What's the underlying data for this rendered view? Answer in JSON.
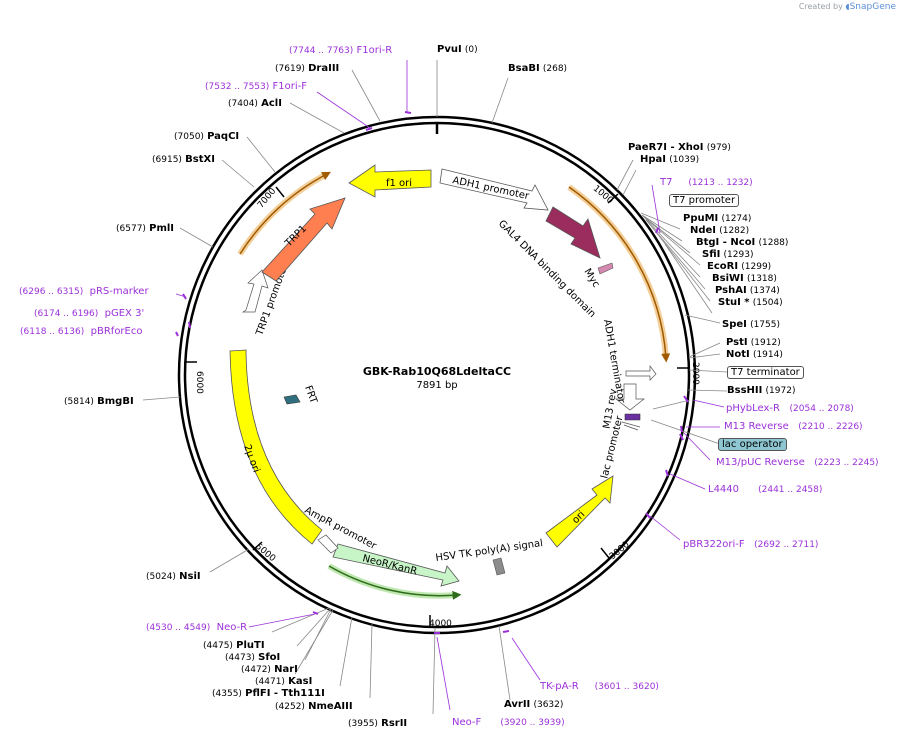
{
  "credit": {
    "prefix": "Created by",
    "brand": "SnapGene"
  },
  "plasmid": {
    "name": "GBK-Rab10Q68LdeltaCC",
    "length": "7891 bp"
  },
  "ticks": [
    "1000",
    "2000",
    "3000",
    "4000",
    "5000",
    "6000",
    "7000"
  ],
  "enzymes": [
    {
      "name": "PvuI",
      "coord": "(0)"
    },
    {
      "name": "BsaBI",
      "coord": "(268)"
    },
    {
      "name": "PaeR7I",
      "name2": " - XhoI",
      "coord": "(979)"
    },
    {
      "name": "HpaI",
      "coord": "(1039)"
    },
    {
      "name": "PpuMI",
      "coord": "(1274)"
    },
    {
      "name": "NdeI",
      "coord": "(1282)"
    },
    {
      "name": "BtgI",
      "name2": " - NcoI",
      "coord": "(1288)"
    },
    {
      "name": "SfiI",
      "coord": "(1293)"
    },
    {
      "name": "EcoRI",
      "coord": "(1299)"
    },
    {
      "name": "BsiWI",
      "coord": "(1318)"
    },
    {
      "name": "PshAI",
      "coord": "(1374)"
    },
    {
      "name": "StuI *",
      "coord": "(1504)"
    },
    {
      "name": "SpeI",
      "coord": "(1755)"
    },
    {
      "name": "PstI",
      "coord": "(1912)"
    },
    {
      "name": "NotI",
      "coord": "(1914)"
    },
    {
      "name": "BssHII",
      "coord": "(1972)"
    },
    {
      "name": "AvrII",
      "coord": "(3632)"
    },
    {
      "name": "RsrII",
      "coord": "(3955)"
    },
    {
      "name": "NmeAIII",
      "coord": "(4252)"
    },
    {
      "name": "PflFI",
      "name2": " - Tth111I",
      "coord": "(4355)"
    },
    {
      "name": "KasI",
      "coord": "(4471)"
    },
    {
      "name": "NarI",
      "coord": "(4472)"
    },
    {
      "name": "SfoI",
      "coord": "(4473)"
    },
    {
      "name": "PluTI",
      "coord": "(4475)"
    },
    {
      "name": "NsiI",
      "coord": "(5024)"
    },
    {
      "name": "BmgBI",
      "coord": "(5814)"
    },
    {
      "name": "PmlI",
      "coord": "(6577)"
    },
    {
      "name": "BstXI",
      "coord": "(6915)"
    },
    {
      "name": "PaqCI",
      "coord": "(7050)"
    },
    {
      "name": "AclI",
      "coord": "(7404)"
    },
    {
      "name": "DraIII",
      "coord": "(7619)"
    }
  ],
  "primers": [
    {
      "name": "F1ori-R",
      "coord": "(7744 .. 7763)"
    },
    {
      "name": "F1ori-F",
      "coord": "(7532 .. 7553)"
    },
    {
      "name": "T7",
      "coord": "(1213 .. 1232)"
    },
    {
      "name": "pHybLex-R",
      "coord": "(2054 .. 2078)"
    },
    {
      "name": "M13 Reverse",
      "coord": "(2210 .. 2226)"
    },
    {
      "name": "M13/pUC Reverse",
      "coord": "(2223 .. 2245)"
    },
    {
      "name": "L4440",
      "coord": "(2441 .. 2458)"
    },
    {
      "name": "pBR322ori-F",
      "coord": "(2692 .. 2711)"
    },
    {
      "name": "TK-pA-R",
      "coord": "(3601 .. 3620)"
    },
    {
      "name": "Neo-F",
      "coord": "(3920 .. 3939)"
    },
    {
      "name": "Neo-R",
      "coord": "(4530 .. 4549)"
    },
    {
      "name": "pRS-marker",
      "coord": "(6296 .. 6315)"
    },
    {
      "name": "pGEX 3'",
      "coord": "(6174 .. 6196)"
    },
    {
      "name": "pBRforEco",
      "coord": "(6118 .. 6136)"
    }
  ],
  "boxed": {
    "t7_promoter": "T7 promoter",
    "t7_terminator": "T7 terminator",
    "lac_operator": "lac operator"
  },
  "features": {
    "f1_ori": "f1 ori",
    "adh1_promoter": "ADH1 promoter",
    "gal4": "GAL4 DNA binding domain",
    "myc": "Myc",
    "adh1_terminator": "ADH1 terminator",
    "m13_rev": "M13 rev",
    "lac_promoter": "lac promoter",
    "ori": "ori",
    "hsv_tk": "HSV TK poly(A) signal",
    "neo": "NeoR/KanR",
    "ampr_promoter": "AmpR promoter",
    "two_mu_ori": "2μ ori",
    "frt": "FRT",
    "trp1_promoter": "TRP1 promoter",
    "trp1": "TRP1"
  },
  "colors": {
    "yellow": "#ffff00",
    "maroon": "#9b2d5e",
    "trp1": "#ff7f50",
    "neo": "#c8f5c8",
    "primer": "#9b30d9",
    "orf_line": "#e8b060",
    "lac_operator_box": "#8ec7d2"
  }
}
